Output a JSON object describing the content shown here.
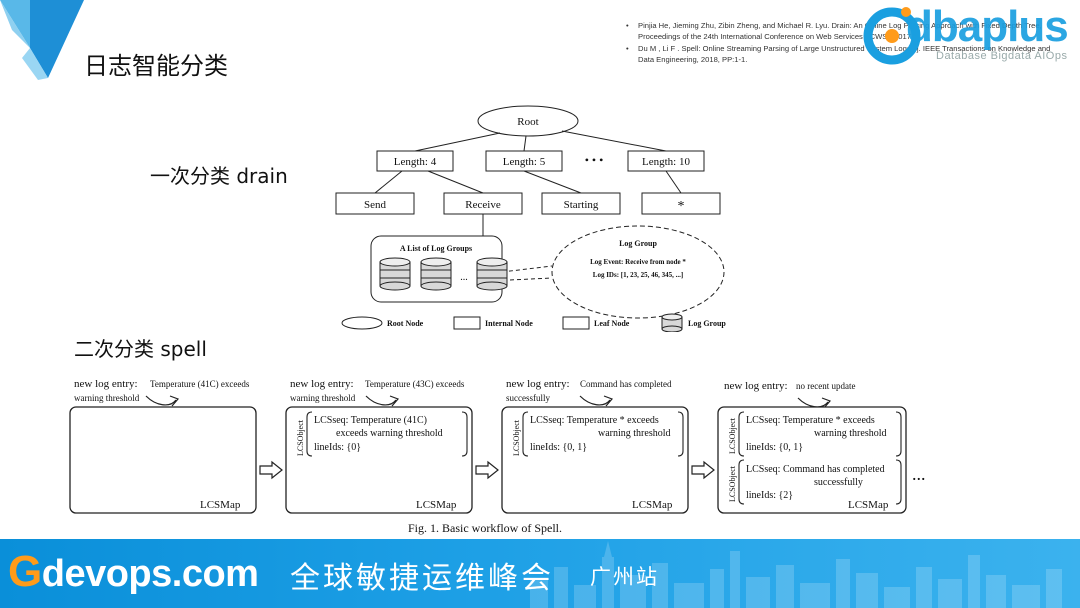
{
  "slide": {
    "title": "日志智能分类",
    "references": [
      "Pinjia He, Jieming Zhu, Zibin Zheng, and Michael R. Lyu. Drain: An Online Log Parsing Approach with Fixed Depth Tree, Proceedings of the 24th International Conference on Web Services (ICWS), 2017",
      "Du M , Li F . Spell: Online Streaming Parsing of Large Unstructured System Logs[J]. IEEE Transactions on Knowledge and Data Engineering, 2018, PP:1-1."
    ],
    "logo": {
      "word": "dbaplus",
      "subtitle": "Database  Bigdata  AIOps"
    },
    "drain_label": "一次分类 drain",
    "spell_label": "二次分类 spell"
  },
  "drain_tree": {
    "root": "Root",
    "lengths": [
      "Length: 4",
      "Length: 5",
      "• • •",
      "Length: 10"
    ],
    "leaves": [
      "Send",
      "Receive",
      "Starting",
      "*"
    ],
    "group_list_title": "A List of Log Groups",
    "group_dots": "...",
    "log_group": {
      "title": "Log Group",
      "event": "Log Event:  Receive from node *",
      "ids": "Log IDs:  [1, 23, 25, 46, 345, ...]"
    },
    "legend": [
      "Root Node",
      "Internal Node",
      "Leaf Node",
      "Log Group"
    ]
  },
  "spell": {
    "entries": [
      {
        "prefix": "new log entry:",
        "text": "Temperature (41C) exceeds",
        "text2": "warning threshold"
      },
      {
        "prefix": "new log entry:",
        "text": "Temperature (43C) exceeds",
        "text2": "warning threshold"
      },
      {
        "prefix": "new log entry:",
        "text": "Command has completed",
        "text2": "successfully"
      },
      {
        "prefix": "new log entry:",
        "text": "no recent update",
        "text2": ""
      }
    ],
    "map_label": "LCSMap",
    "object_label": "LCSObject",
    "panel2": [
      {
        "seq1": "LCSseq: Temperature (41C)",
        "seq2": "exceeds warning threshold",
        "ids": "lineIds: {0}"
      }
    ],
    "panel3": [
      {
        "seq1": "LCSseq: Temperature * exceeds",
        "seq2": "warning threshold",
        "ids": "lineIds: {0, 1}"
      }
    ],
    "panel4": [
      {
        "seq1": "LCSseq: Temperature * exceeds",
        "seq2": "warning threshold",
        "ids": "lineIds: {0, 1}"
      },
      {
        "seq1": "LCSseq: Command has completed",
        "seq2": "successfully",
        "ids": "lineIds: {2}"
      }
    ],
    "ellipsis": "...",
    "caption": "Fig. 1.  Basic workflow of Spell."
  },
  "footer": {
    "brand_g": "G",
    "brand_rest": "devops.com",
    "tagline": "全球敏捷运维峰会",
    "city": "广州站"
  },
  "colors": {
    "accent_blue": "#1a9fe0",
    "footer_blue": "#0a8fd9",
    "brand_orange": "#ff9b1a"
  }
}
